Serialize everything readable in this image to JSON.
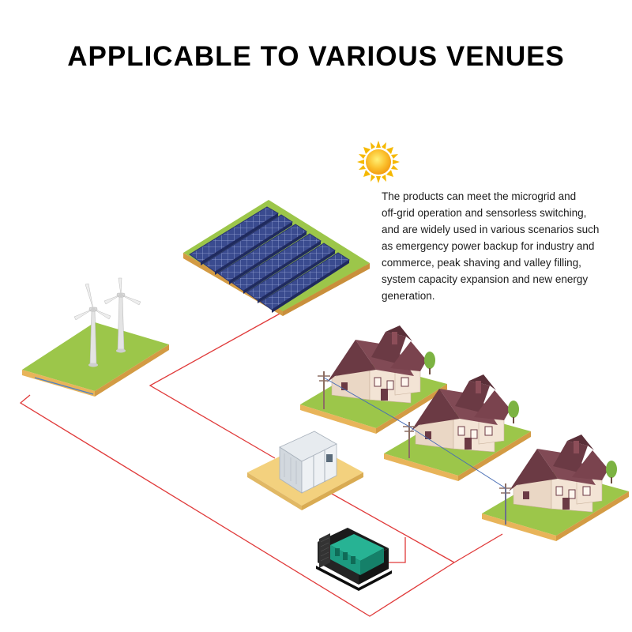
{
  "title": "APPLICABLE TO VARIOUS VENUES",
  "description": {
    "lines": [
      "The products can meet the microgrid and",
      "off-grid operation and sensorless switching,",
      "and are widely used in various scenarios such",
      "as emergency power backup for industry and",
      "commerce, peak shaving and valley filling,",
      "system capacity expansion and new energy",
      "generation."
    ]
  },
  "colors": {
    "grass": "#9cc64a",
    "soil": "#e8b45a",
    "pad": "#f3d17e",
    "power_line": "#e03a3a",
    "house_roof": "#6b3a44",
    "house_wall": "#e9d5c3",
    "panel": "#3b4a8c",
    "generator": "#1f9c82",
    "sun": "#f5b800"
  },
  "icons": {
    "sun": "sun-icon",
    "solar": "solar-panel-array",
    "wind": "wind-turbine",
    "storage": "energy-storage-cabinet",
    "generator": "diesel-generator",
    "house": "house"
  }
}
